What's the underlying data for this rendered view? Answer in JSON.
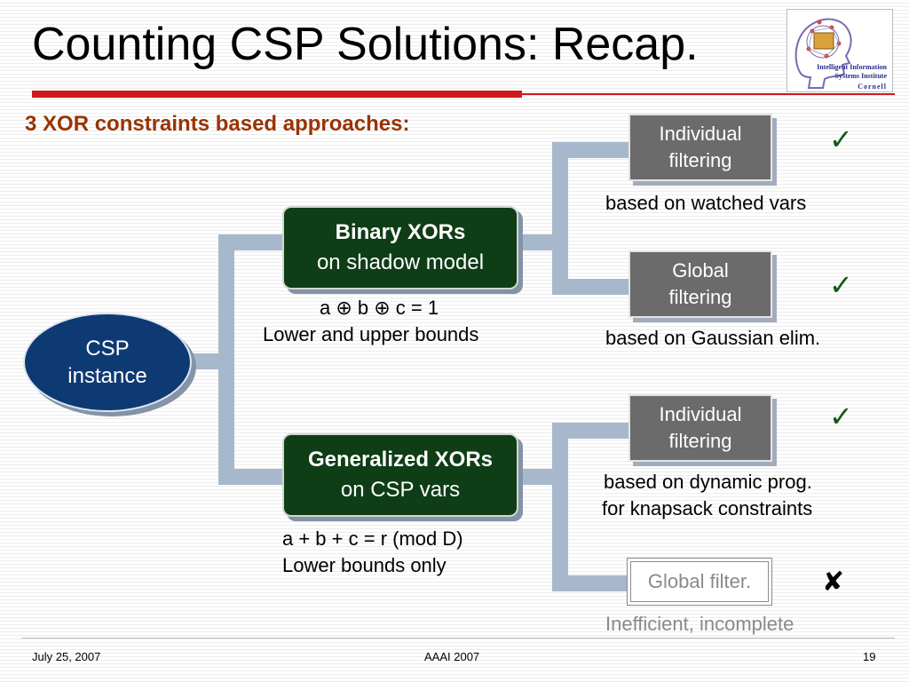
{
  "slide": {
    "title": "Counting CSP Solutions: Recap.",
    "subtitle": "3 XOR constraints based approaches:"
  },
  "logo": {
    "line1": "Intelligent Information",
    "line2": "Systems Institute",
    "line3": "Cornell"
  },
  "nodes": {
    "csp": {
      "line1": "CSP",
      "line2": "instance"
    },
    "binary": {
      "line1": "Binary XORs",
      "line2": "on shadow model"
    },
    "generalized": {
      "line1": "Generalized XORs",
      "line2": "on CSP vars"
    },
    "individual_1": {
      "line1": "Individual",
      "line2": "filtering"
    },
    "global_1": {
      "line1": "Global",
      "line2": "filtering"
    },
    "individual_2": {
      "line1": "Individual",
      "line2": "filtering"
    },
    "global_2": {
      "label": "Global filter."
    }
  },
  "notes": {
    "binary_eq": "a ⊕ b ⊕ c = 1",
    "binary_bounds": "Lower and upper bounds",
    "gen_eq": "a + b + c = r (mod D)",
    "gen_bounds": "Lower bounds only",
    "watched": "based on watched vars",
    "gaussian": "based on Gaussian elim.",
    "dynamic_1": "based on dynamic prog.",
    "dynamic_2": "for knapsack constraints",
    "inefficient": "Inefficient, incomplete"
  },
  "marks": {
    "check": "✓",
    "cross": "✘",
    "icons": [
      "check-icon",
      "check-icon",
      "check-icon",
      "cross-icon"
    ]
  },
  "footer": {
    "date": "July 25, 2007",
    "venue": "AAAI 2007",
    "page": "19"
  },
  "colors": {
    "title_rule": "#d0191d",
    "subtitle": "#993300",
    "csp_node": "#0e3a73",
    "xor_node": "#0f3d16",
    "filter_node": "#6b6b6b",
    "connector": "#a8b8cc",
    "check": "#0d5a14"
  }
}
